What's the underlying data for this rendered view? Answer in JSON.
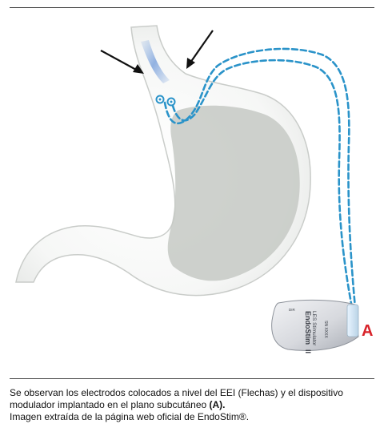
{
  "figure": {
    "label_a": "A",
    "device": {
      "brand": "EndoStim",
      "model_suffix": "II",
      "subtitle": "LES Stimulator",
      "serial": "SN XXXX",
      "connector_label": "DIR"
    },
    "colors": {
      "lead": "#2a93c9",
      "stomach_outline": "#c9ccc9",
      "stomach_inner": "#c6c9c4",
      "label_a": "#d8232a"
    }
  },
  "caption": {
    "line1_start": "Se observan los electrodos colocados a nivel del EEI (Flechas) y el dispositivo modulador implantado en el plano subcutáneo ",
    "line1_bold": "(A).",
    "line2": "Imagen extraída de la página web oficial de EndoStim®."
  }
}
